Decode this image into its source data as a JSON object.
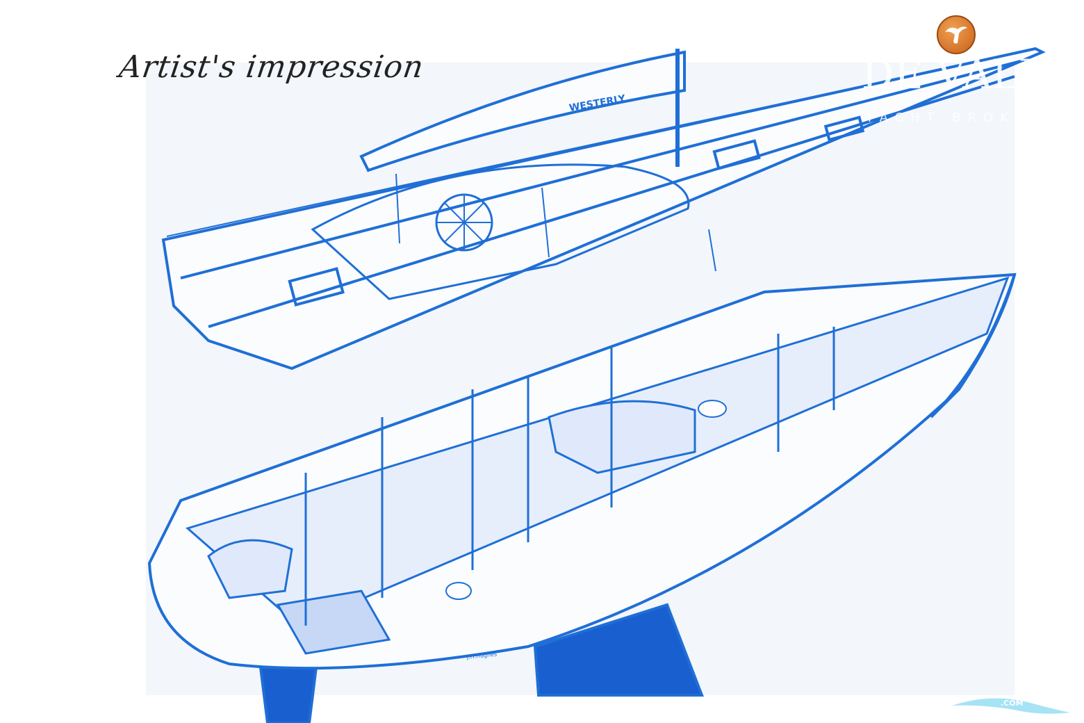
{
  "illustration": {
    "caption": "Artist's impression",
    "boom_label": "WESTERLY",
    "signature": "J.H.Hughes",
    "colors": {
      "line": "#1f6fd6",
      "fill": "#1a5fd0",
      "paper": "#f4f7fb"
    }
  },
  "logo": {
    "icon": "bird-icon",
    "name": "DE VALK",
    "subtitle": "YACHT BROKERS",
    "color": "#d86e22"
  },
  "watermark": {
    "text": ".COM",
    "icon": "wave-icon"
  }
}
